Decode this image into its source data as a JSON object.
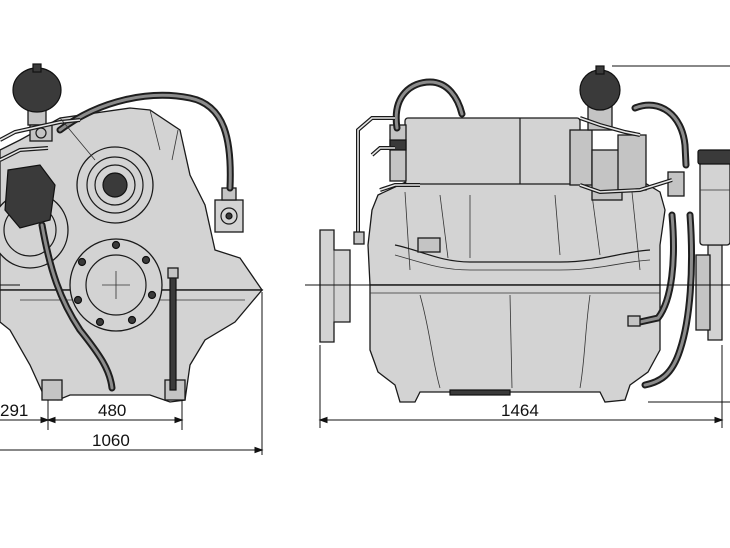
{
  "dimensions": {
    "left_offset": "291",
    "foot_spacing": "480",
    "total_width": "1060",
    "total_length": "1464"
  },
  "colors": {
    "housing": "#d3d3d3",
    "outline": "#1a1a1a",
    "hose": "#1e1e1e"
  }
}
